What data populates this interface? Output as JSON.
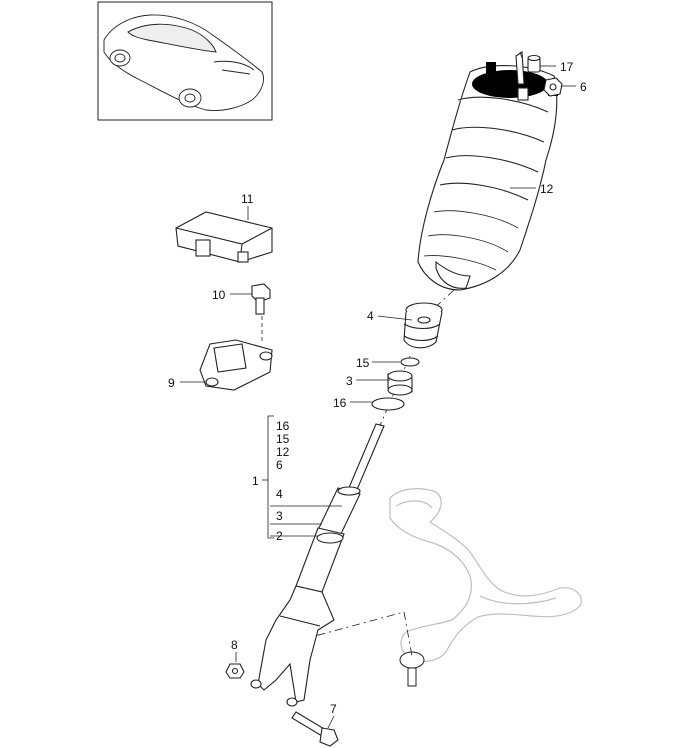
{
  "diagram": {
    "callouts": [
      {
        "id": "c17",
        "text": "17"
      },
      {
        "id": "c6",
        "text": "6"
      },
      {
        "id": "c12",
        "text": "12"
      },
      {
        "id": "c11",
        "text": "11"
      },
      {
        "id": "c10",
        "text": "10"
      },
      {
        "id": "c9",
        "text": "9"
      },
      {
        "id": "c4",
        "text": "4"
      },
      {
        "id": "c15",
        "text": "15"
      },
      {
        "id": "c3",
        "text": "3"
      },
      {
        "id": "c16",
        "text": "16"
      },
      {
        "id": "c8",
        "text": "8"
      },
      {
        "id": "c7",
        "text": "7"
      }
    ],
    "assembly": {
      "label": "1",
      "items": [
        "16",
        "15",
        "12",
        "6",
        "4",
        "3",
        "2"
      ]
    }
  }
}
